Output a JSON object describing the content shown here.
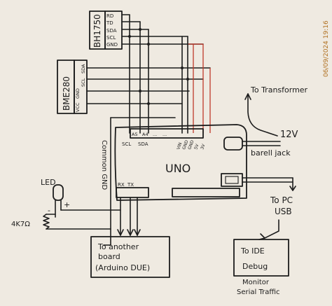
{
  "sensor_bh1750": {
    "name": "BH1750",
    "pins": [
      "RD",
      "TD",
      "SDA",
      "SCL",
      "GND"
    ]
  },
  "sensor_bme280": {
    "name": "BME280",
    "pins": [
      "VCC",
      "GND",
      "SCL",
      "SDA"
    ]
  },
  "uno": {
    "label": "UNO",
    "pins_top": [
      "A5",
      "A4",
      "...",
      "...",
      "VIN",
      "GND",
      "GND",
      "5V",
      "3V"
    ],
    "pin_scl": "SCL",
    "pin_sda": "SDA",
    "pins_bottom": [
      "RX",
      "TX"
    ]
  },
  "labels": {
    "common_gnd": "Common GND",
    "led": "LED",
    "resistor": "4K7Ω",
    "plus": "+",
    "minus": "-",
    "to_transformer": "To Transformer",
    "volt_12": "12V",
    "barrel_jack": "barell jack",
    "to_pc": "To PC",
    "usb": "USB",
    "another_board": [
      "To another",
      "board",
      "(Arduino DUE)"
    ],
    "ide_debug": [
      "To IDE",
      "Debug"
    ],
    "monitor": [
      "Monitor",
      "Serial Traffic"
    ],
    "timestamp": "06/09/2024 19:16"
  }
}
